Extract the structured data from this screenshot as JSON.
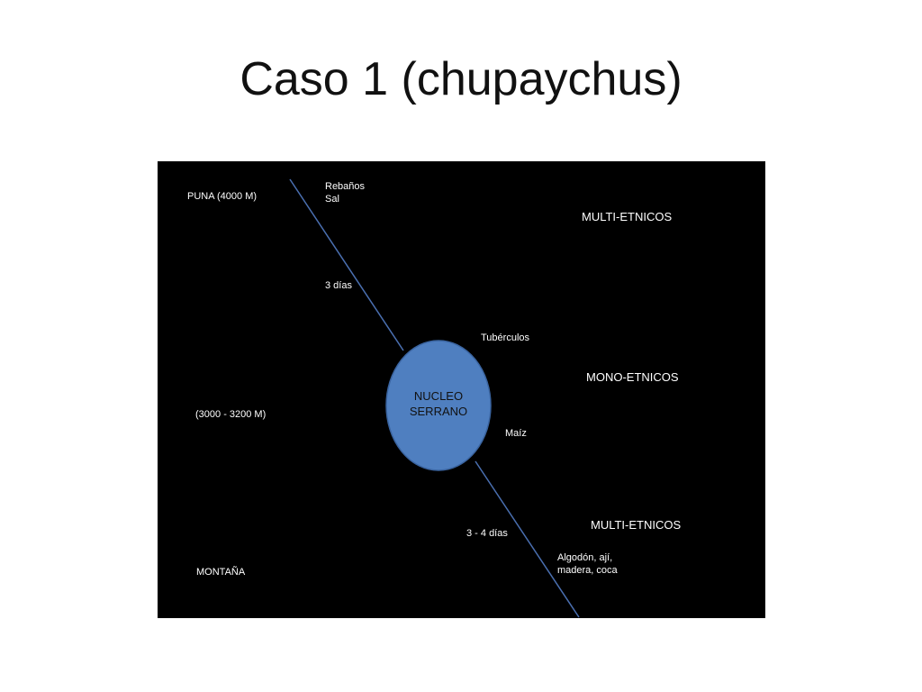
{
  "title": "Caso 1 (chupaychus)",
  "zones": {
    "puna": "PUNA (4000 M)",
    "middle": "(3000 - 3200 M)",
    "montana": "MONTAÑA"
  },
  "ethnic": {
    "top": "MULTI-ETNICOS",
    "middle": "MONO-ETNICOS",
    "bottom": "MULTI-ETNICOS"
  },
  "resources": {
    "puna_line1": "Rebaños",
    "puna_line2": "Sal",
    "travel_up": "3 días",
    "tuberculos": "Tubérculos",
    "maiz": "Maíz",
    "travel_down": "3 - 4 días",
    "montana_line1": "Algodón,  ají,",
    "montana_line2": "madera, coca"
  },
  "nucleus": {
    "line1": "NUCLEO",
    "line2": "SERRANO",
    "color": "#4f7fc0",
    "border_color": "#3a64a0"
  },
  "colors": {
    "background": "#000000",
    "axis_line": "#4a6fb0",
    "text": "#ffffff"
  }
}
